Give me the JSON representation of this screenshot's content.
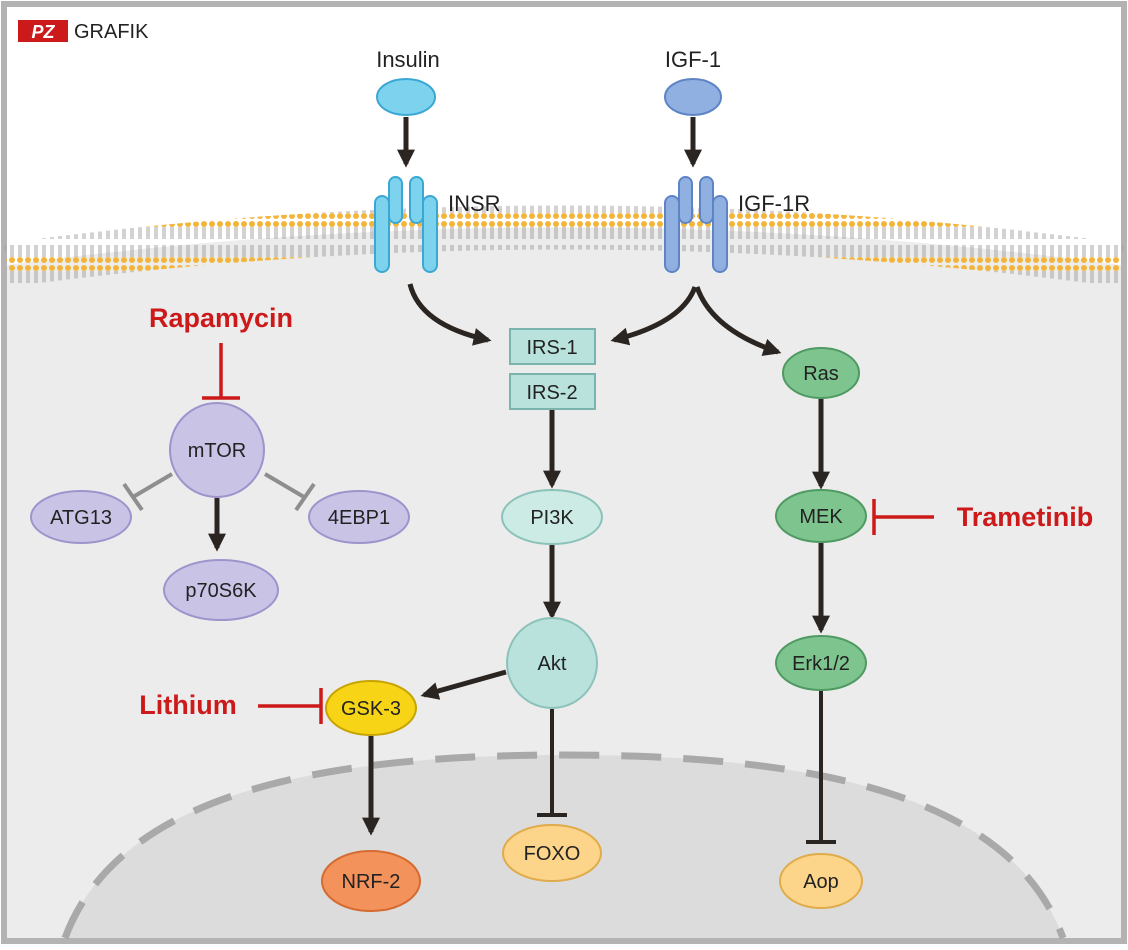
{
  "header": {
    "brand_badge": "PZ",
    "brand_text": "GRAFIK"
  },
  "ligands": {
    "insulin": "Insulin",
    "igf1": "IGF-1"
  },
  "receptors": {
    "insr": "INSR",
    "igf1r": "IGF-1R"
  },
  "nodes": {
    "irs1": "IRS-1",
    "irs2": "IRS-2",
    "pi3k": "PI3K",
    "akt": "Akt",
    "gsk3": "GSK-3",
    "nrf2": "NRF-2",
    "foxo": "FOXO",
    "ras": "Ras",
    "mek": "MEK",
    "erk": "Erk1/2",
    "aop": "Aop",
    "mtor": "mTOR",
    "atg13": "ATG13",
    "ebp1": "4EBP1",
    "p70s6k": "p70S6K"
  },
  "drugs": {
    "rapamycin": "Rapamycin",
    "lithium": "Lithium",
    "trametinib": "Trametinib"
  },
  "colors": {
    "drug_red": "#cc1a1a",
    "insulin_blue": "#7dd3ee",
    "igf1_blue": "#8fb0e0",
    "green": "#7ec48f",
    "purple": "#c9c3e6",
    "teal": "#b9e2dc",
    "yellow": "#f7d516",
    "orange": "#f3925a",
    "light_orange": "#fcd58a",
    "membrane": "#f2b53a",
    "cytoplasm": "#ececec",
    "nucleus": "#dcdcdc"
  }
}
